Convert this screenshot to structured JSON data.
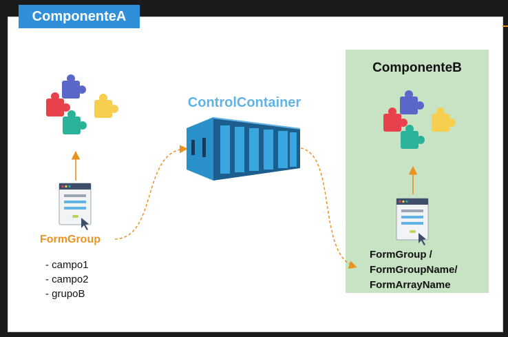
{
  "title_tab": "ComponenteA",
  "container": {
    "title": "ControlContainer"
  },
  "componente_a": {
    "form_label": "FormGroup",
    "fields": [
      "- campo1",
      "- campo2",
      "- grupoB"
    ]
  },
  "componente_b": {
    "title": "ComponenteB",
    "labels": [
      "FormGroup /",
      "FormGroupName/",
      "FormArrayName"
    ]
  },
  "colors": {
    "tab_blue": "#2f8fd8",
    "container_title": "#62b3e6",
    "form_label": "#e8931f",
    "comp_b_bg": "#c8e2c4",
    "arrow": "#e8931f"
  },
  "icons": [
    "puzzle-pieces-icon",
    "form-window-icon",
    "shipping-container-icon",
    "cursor-pointer-icon"
  ]
}
